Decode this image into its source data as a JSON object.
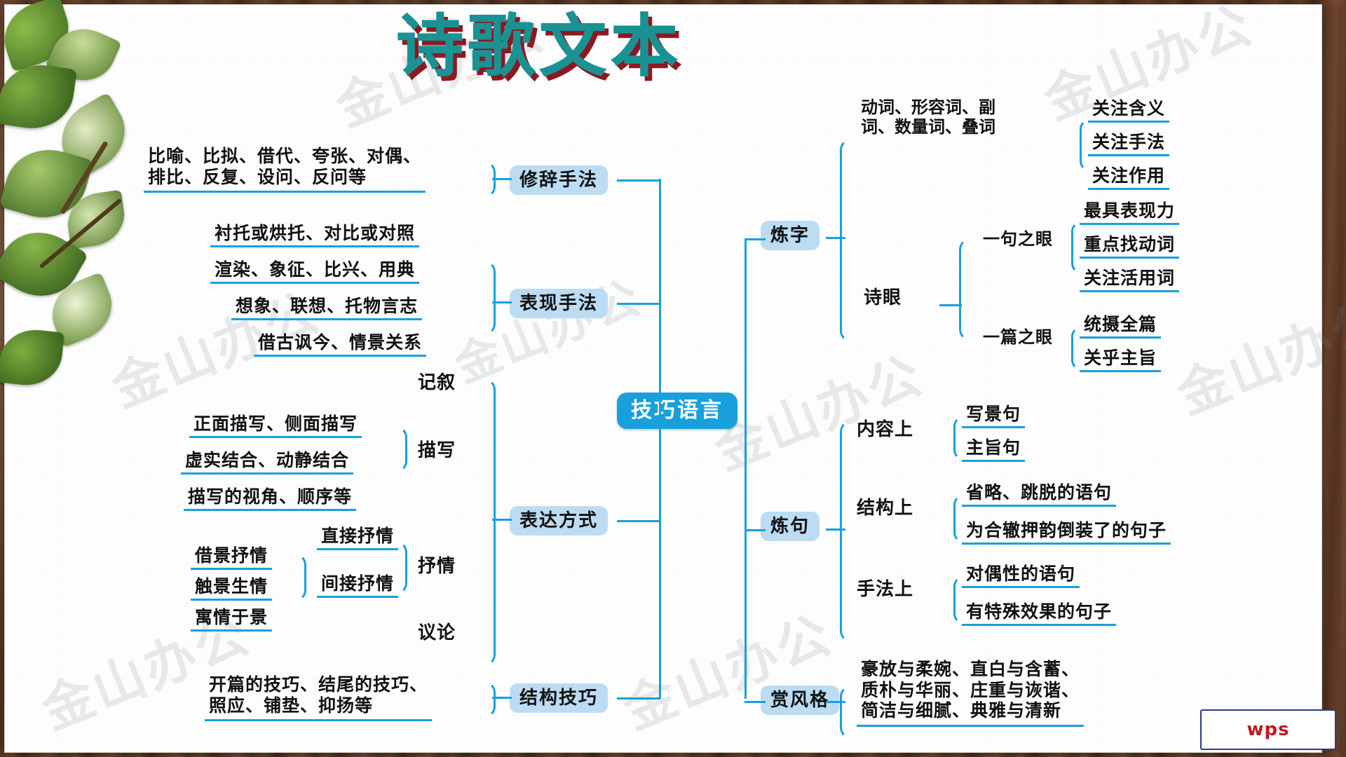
{
  "title": "诗歌文本",
  "center": {
    "label": "技巧语言"
  },
  "watermarks": [
    "金山办公",
    "金山办公",
    "金山办公",
    "金山办公",
    "金山办公",
    "金山办公",
    "金山办公",
    "金山办公"
  ],
  "logo": {
    "text": "wps"
  },
  "colors": {
    "line": "#18a0dd",
    "pill_main_bg": "#18a0dd",
    "pill_sub_bg": "#bcdcf4",
    "title_teal": "#1a9293",
    "title_red": "#8e1822",
    "text": "#111111"
  },
  "left": {
    "branches": [
      {
        "label": "修辞手法",
        "leaf_text": "比喻、比拟、借代、夸张、对偶、\n排比、反复、设问、反问等"
      },
      {
        "label": "表现手法",
        "leaves": [
          "衬托或烘托、对比或对照",
          "渲染、象征、比兴、用典",
          "想象、联想、托物言志",
          "借古讽今、情景关系"
        ]
      },
      {
        "label": "表达方式",
        "children": [
          {
            "label": "记叙",
            "leaves": []
          },
          {
            "label": "描写",
            "leaves": [
              "正面描写、侧面描写",
              "虚实结合、动静结合",
              "描写的视角、顺序等"
            ]
          },
          {
            "label": "抒情",
            "children": [
              {
                "label": "直接抒情",
                "leaves": []
              },
              {
                "label": "间接抒情",
                "leaves": [
                  "借景抒情",
                  "触景生情",
                  "寓情于景"
                ]
              }
            ]
          },
          {
            "label": "议论",
            "leaves": []
          }
        ]
      },
      {
        "label": "结构技巧",
        "leaf_text": "开篇的技巧、结尾的技巧、\n照应、铺垫、抑扬等"
      }
    ]
  },
  "right": {
    "branches": [
      {
        "label": "炼字",
        "children": [
          {
            "label": "动词、形容词、副\n词、数量词、叠词",
            "is_text": true,
            "leaves": [
              "关注含义",
              "关注手法",
              "关注作用"
            ]
          },
          {
            "label": "诗眼",
            "children": [
              {
                "label": "一句之眼",
                "leaves": [
                  "最具表现力",
                  "重点找动词",
                  "关注活用词"
                ]
              },
              {
                "label": "一篇之眼",
                "leaves": [
                  "统摄全篇",
                  "关乎主旨"
                ]
              }
            ]
          }
        ]
      },
      {
        "label": "炼句",
        "children": [
          {
            "label": "内容上",
            "leaves": [
              "写景句",
              "主旨句"
            ]
          },
          {
            "label": "结构上",
            "leaves": [
              "省略、跳脱的语句",
              "为合辙押韵倒装了的句子"
            ]
          },
          {
            "label": "手法上",
            "leaves": [
              "对偶性的语句",
              "有特殊效果的句子"
            ]
          }
        ]
      },
      {
        "label": "赏风格",
        "leaf_text": "豪放与柔婉、直白与含蓄、\n质朴与华丽、庄重与诙谐、\n简洁与细腻、典雅与清新"
      }
    ]
  }
}
